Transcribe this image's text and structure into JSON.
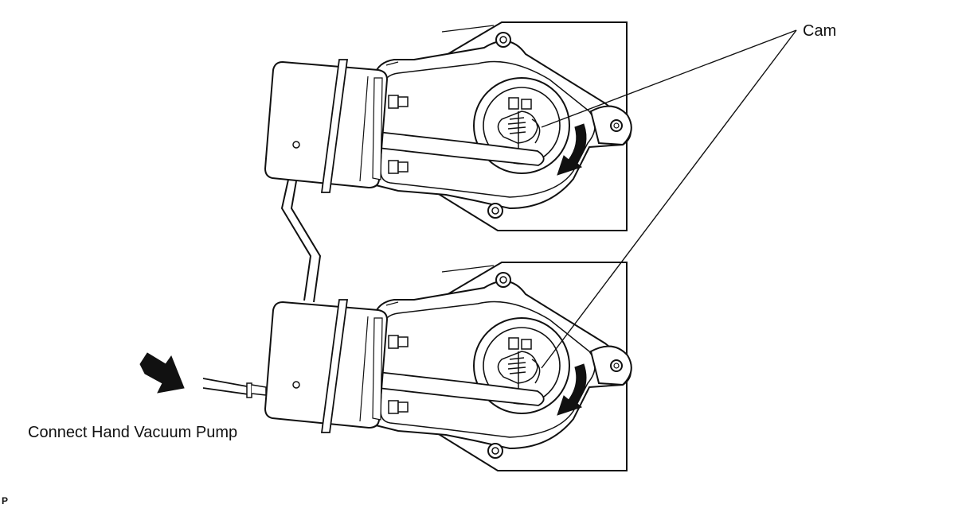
{
  "labels": {
    "cam": "Cam",
    "pump": "Connect Hand Vacuum Pump",
    "code": "P"
  },
  "colors": {
    "stroke": "#111111",
    "fill": "#ffffff",
    "shade": "#f4f4f4",
    "arrow": "#111111"
  },
  "icons": [
    "flow-arrow-icon",
    "rotation-arrow-icon"
  ]
}
